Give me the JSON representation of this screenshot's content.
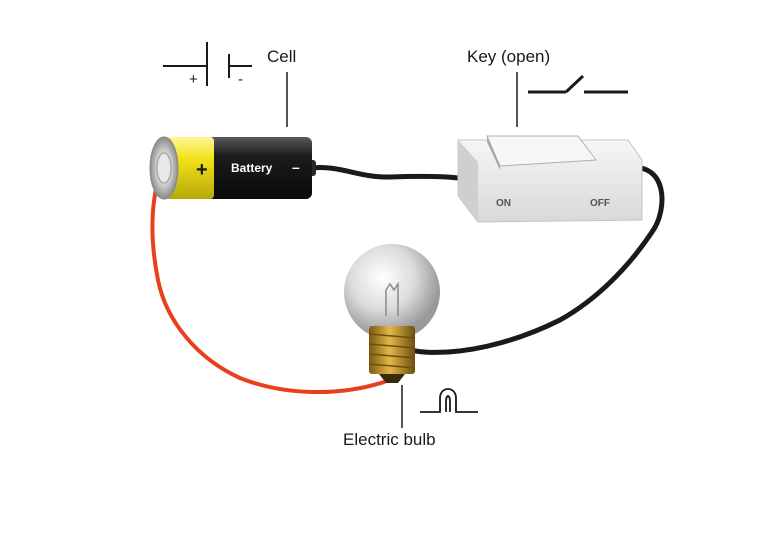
{
  "labels": {
    "cell": "Cell",
    "key": "Key (open)",
    "bulb": "Electric bulb"
  },
  "battery": {
    "plus_sign": "+",
    "brand_text": "Battery",
    "minus_sign": "–"
  },
  "cell_symbol": {
    "plus": "+",
    "minus": "-"
  },
  "switch": {
    "on_label": "ON",
    "off_label": "OFF"
  },
  "colors": {
    "battery_yellow": "#f2e21a",
    "battery_black": "#1c1c1c",
    "wire_red": "#e8401c",
    "wire_black": "#1a1a1a",
    "switch_body": "#ebebeb",
    "bulb_base": "#c89a2c"
  }
}
